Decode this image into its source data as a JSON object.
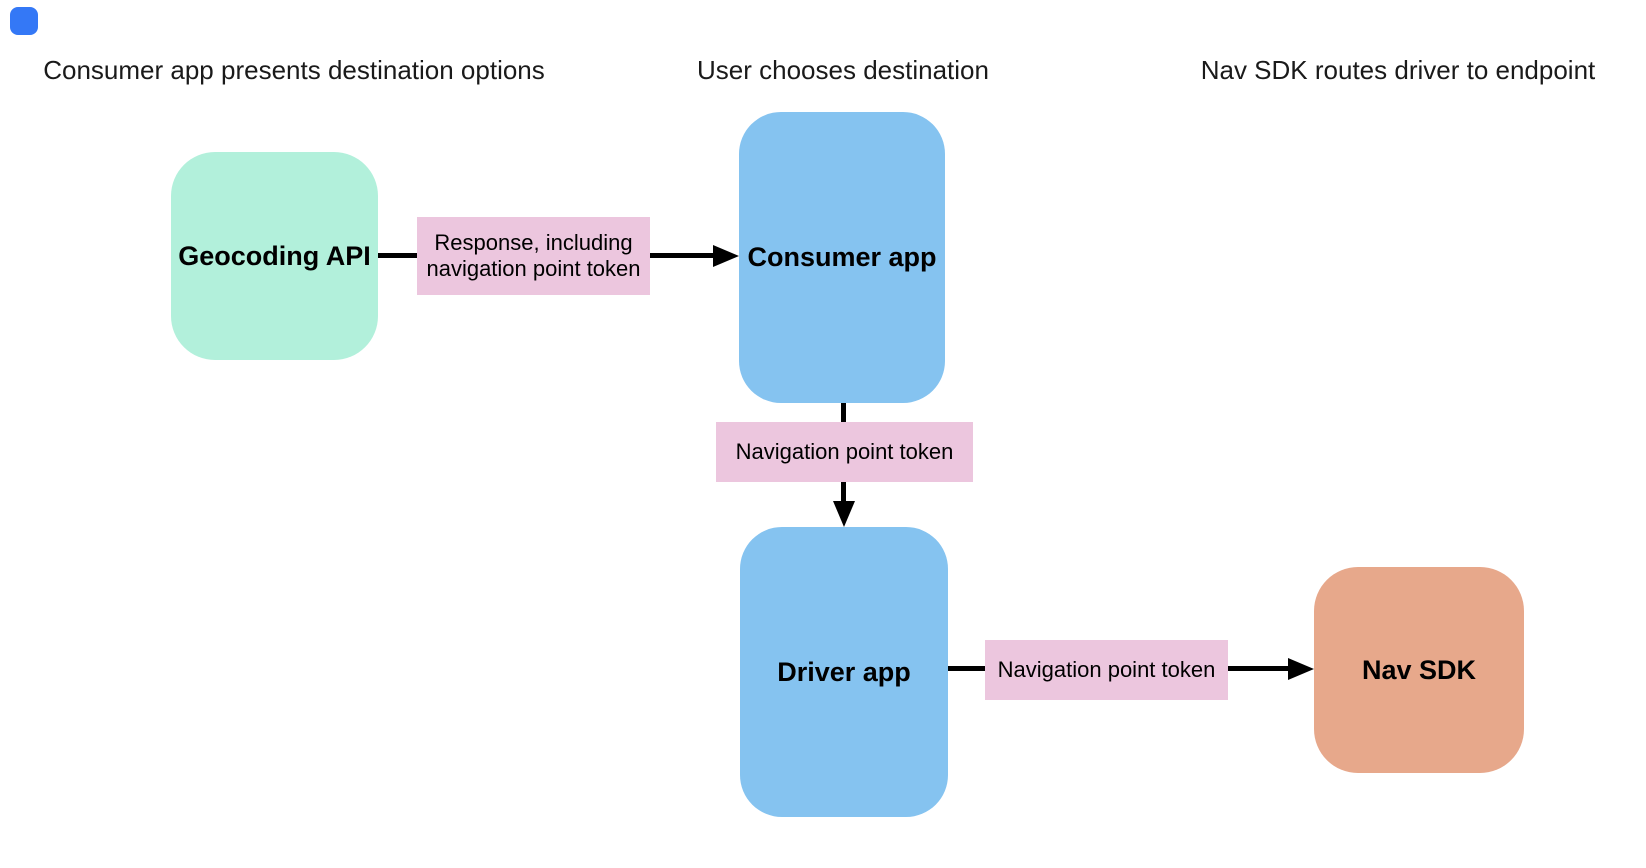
{
  "diagram": {
    "stage_titles": [
      "Consumer app presents destination options",
      "User chooses destination",
      "Nav SDK routes driver to endpoint"
    ],
    "nodes": [
      {
        "id": "geocoding-api",
        "label": "Geocoding API",
        "color": "#b2f0db"
      },
      {
        "id": "consumer-app",
        "label": "Consumer app",
        "color": "#85c3f0"
      },
      {
        "id": "driver-app",
        "label": "Driver app",
        "color": "#85c3f0"
      },
      {
        "id": "nav-sdk",
        "label": "Nav SDK",
        "color": "#e7a88b"
      }
    ],
    "edge_labels": [
      {
        "from": "geocoding-api",
        "to": "consumer-app",
        "text": "Response, including navigation point token"
      },
      {
        "from": "consumer-app",
        "to": "driver-app",
        "text": "Navigation point token"
      },
      {
        "from": "driver-app",
        "to": "nav-sdk",
        "text": "Navigation point token"
      }
    ]
  },
  "palette": {
    "node_green": "#b2f0db",
    "node_blue": "#85c3f0",
    "node_orange": "#e7a88b",
    "edge_label_pink": "#ecc6de",
    "arrow_black": "#000000",
    "corner_marker_blue": "#3478f6",
    "text_color": "#1a1a1a",
    "background": "#ffffff"
  }
}
